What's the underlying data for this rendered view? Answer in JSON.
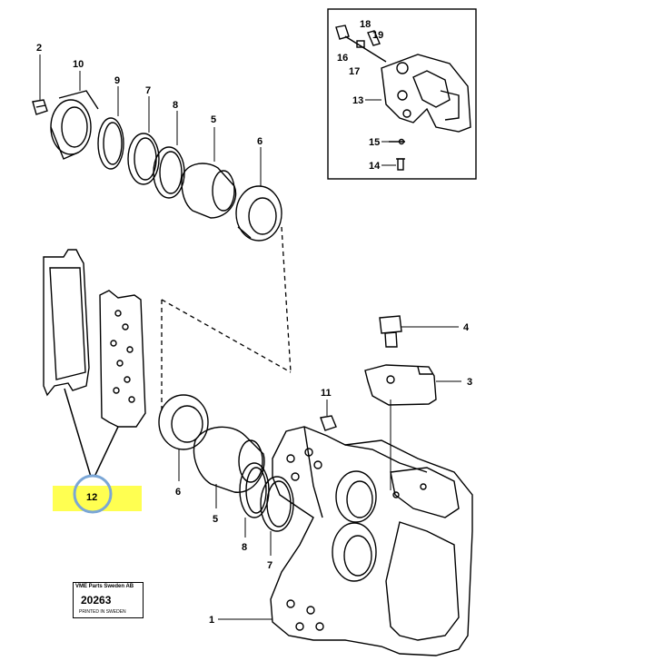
{
  "diagram": {
    "callouts": {
      "c1": "1",
      "c2": "2",
      "c3": "3",
      "c4": "4",
      "c5a": "5",
      "c5b": "5",
      "c6a": "6",
      "c6b": "6",
      "c7a": "7",
      "c7b": "7",
      "c8a": "8",
      "c8b": "8",
      "c9": "9",
      "c10": "10",
      "c11": "11",
      "c12": "12",
      "c13": "13",
      "c14": "14",
      "c15": "15",
      "c16": "16",
      "c17": "17",
      "c18": "18",
      "c19": "19"
    },
    "highlight_color": "#ffff33",
    "circle_color": "#7aa6d6"
  },
  "stamp": {
    "company": "VME Parts Sweden AB",
    "number": "20263",
    "printed": "PRINTED IN SWEDEN"
  }
}
